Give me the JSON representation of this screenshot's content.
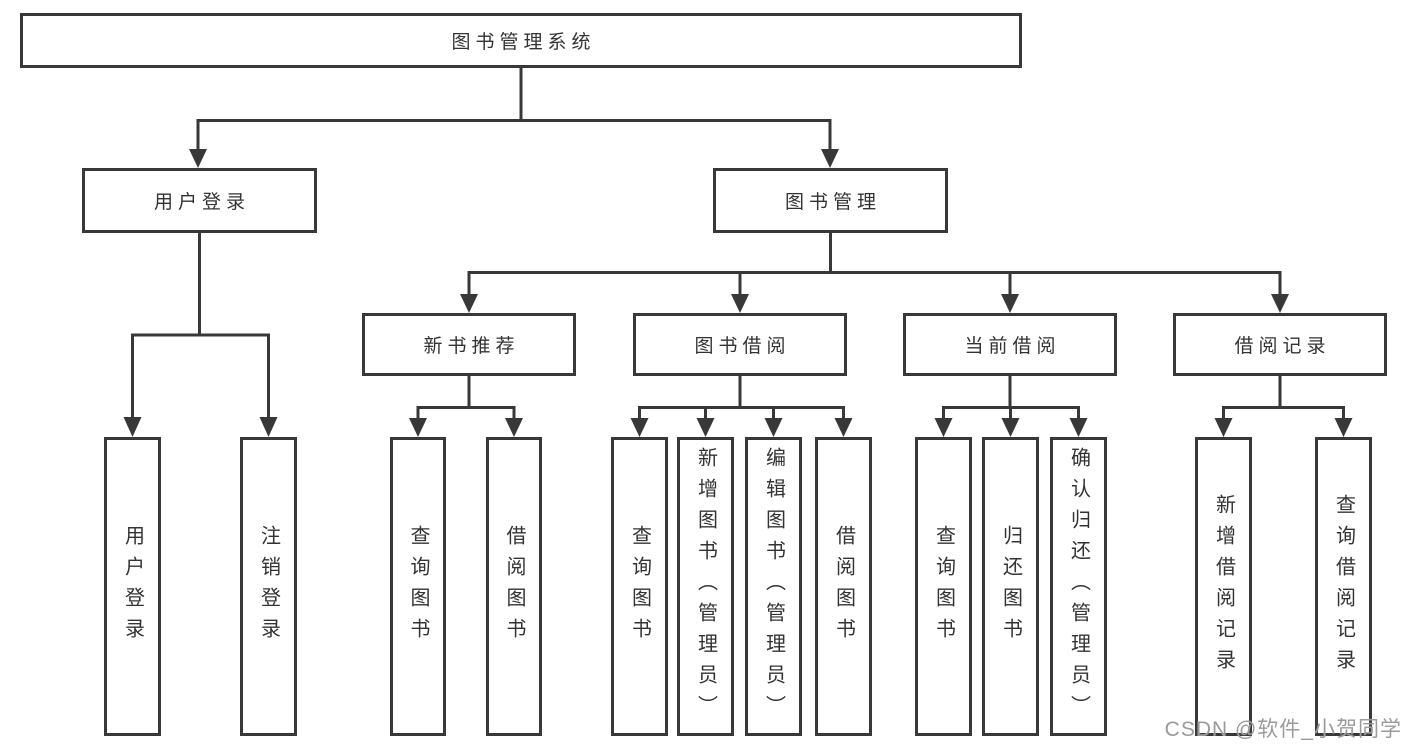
{
  "nodes": {
    "root": "图书管理系统",
    "level2": [
      "用户登录",
      "图书管理"
    ],
    "level3": [
      "新书推荐",
      "图书借阅",
      "当前借阅",
      "借阅记录"
    ],
    "leaves": {
      "user_login": [
        "用户登录",
        "注销登录"
      ],
      "new_book_recommend": [
        "查询图书",
        "借阅图书"
      ],
      "book_borrow": [
        "查询图书",
        "新增图书（管理员）",
        "编辑图书（管理员）",
        "借阅图书"
      ],
      "current_borrow": [
        "查询图书",
        "归还图书",
        "确认归还（管理员）"
      ],
      "borrow_records": [
        "新增借阅记录",
        "查询借阅记录"
      ]
    }
  },
  "watermark": "CSDN @软件_小贺同学",
  "colors": {
    "line": "#383838",
    "box_border": "#383838",
    "text": "#333333",
    "watermark_text": "#9a9a9a",
    "background": "#ffffff"
  }
}
